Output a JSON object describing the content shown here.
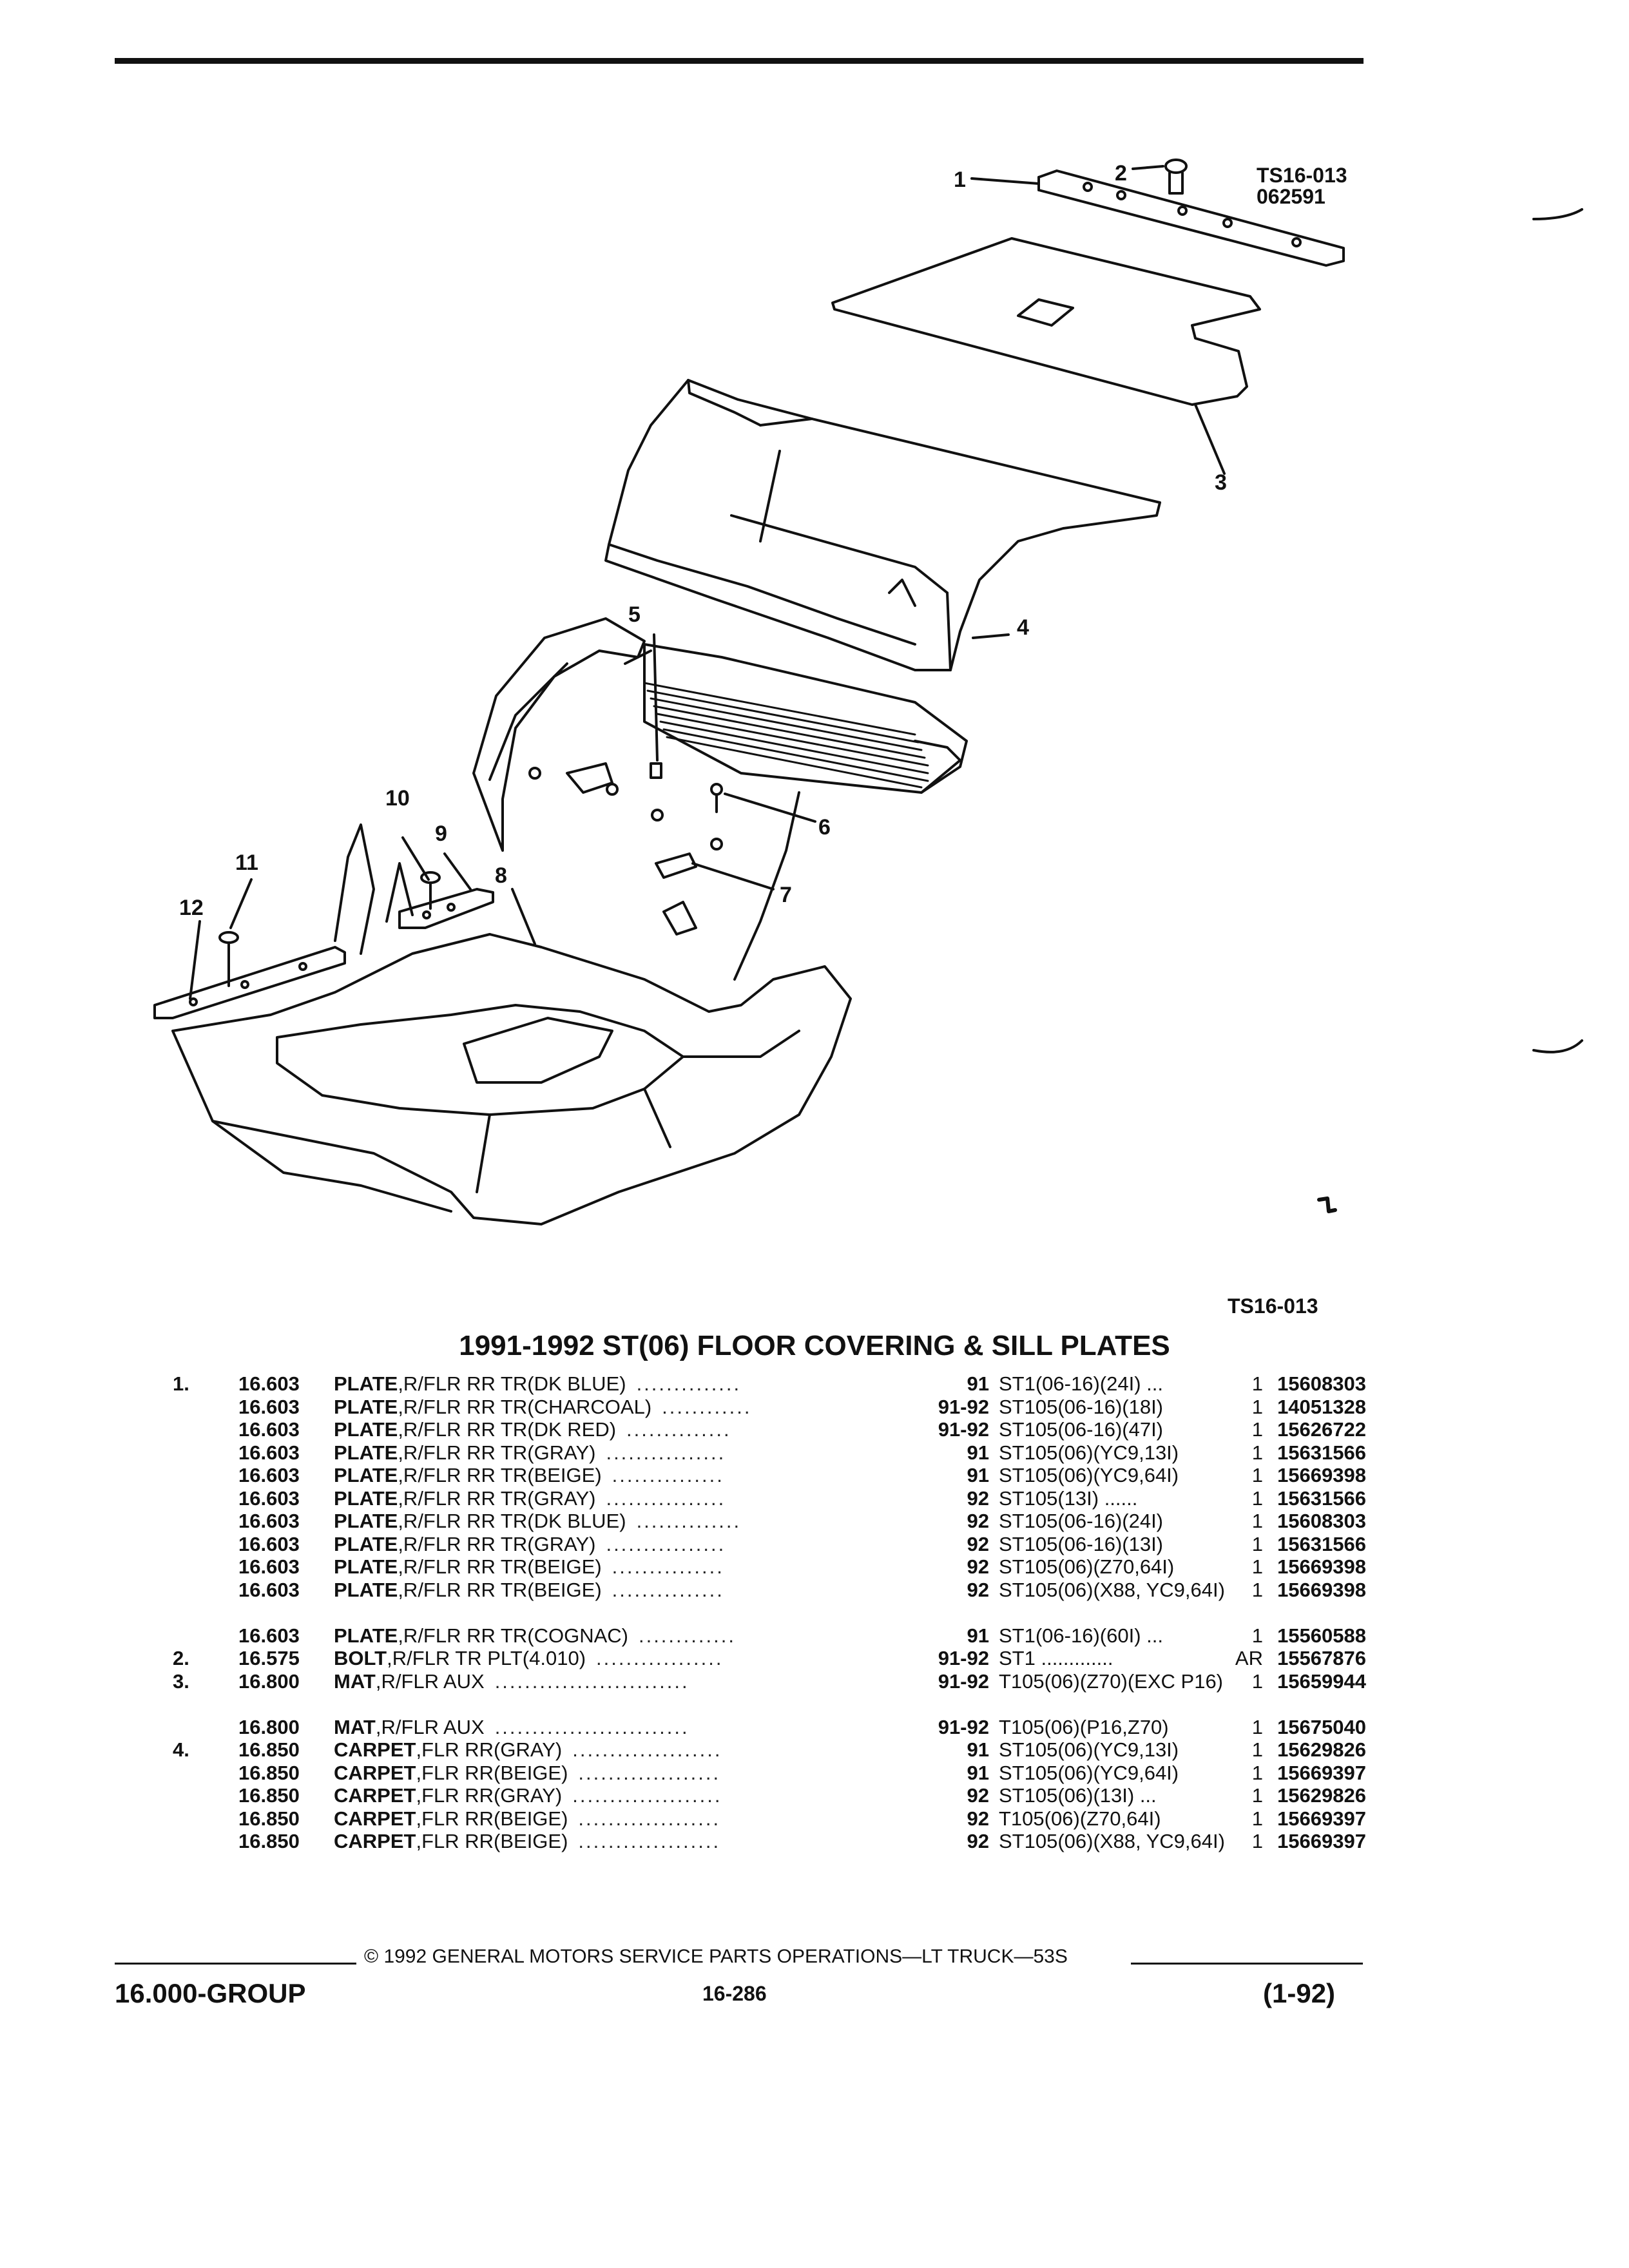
{
  "diagram": {
    "code_top": "TS16-013",
    "code_top2": "062591",
    "code_bottom": "TS16-013",
    "callouts": [
      "1",
      "2",
      "3",
      "4",
      "5",
      "6",
      "7",
      "8",
      "9",
      "10",
      "11",
      "12"
    ]
  },
  "title": "1991-1992 ST(06) FLOOR COVERING & SILL PLATES",
  "parts": [
    {
      "item": "1.",
      "group": "16.603",
      "name": "PLATE",
      "desc": ",R/FLR RR TR(DK BLUE)",
      "dots": "..............",
      "years": "91",
      "model": "ST1(06-16)(24I) ...",
      "qty": "1",
      "part": "15608303"
    },
    {
      "item": "",
      "group": "16.603",
      "name": "PLATE",
      "desc": ",R/FLR RR TR(CHARCOAL)",
      "dots": "............",
      "years": "91-92",
      "model": "ST105(06-16)(18I)",
      "qty": "1",
      "part": "14051328"
    },
    {
      "item": "",
      "group": "16.603",
      "name": "PLATE",
      "desc": ",R/FLR RR TR(DK RED)",
      "dots": "..............",
      "years": "91-92",
      "model": "ST105(06-16)(47I)",
      "qty": "1",
      "part": "15626722"
    },
    {
      "item": "",
      "group": "16.603",
      "name": "PLATE",
      "desc": ",R/FLR RR TR(GRAY)",
      "dots": "................",
      "years": "91",
      "model": "ST105(06)(YC9,13I)",
      "qty": "1",
      "part": "15631566"
    },
    {
      "item": "",
      "group": "16.603",
      "name": "PLATE",
      "desc": ",R/FLR RR TR(BEIGE)",
      "dots": "...............",
      "years": "91",
      "model": "ST105(06)(YC9,64I)",
      "qty": "1",
      "part": "15669398"
    },
    {
      "item": "",
      "group": "16.603",
      "name": "PLATE",
      "desc": ",R/FLR RR TR(GRAY)",
      "dots": "................",
      "years": "92",
      "model": "ST105(13I) ......",
      "qty": "1",
      "part": "15631566"
    },
    {
      "item": "",
      "group": "16.603",
      "name": "PLATE",
      "desc": ",R/FLR RR TR(DK BLUE)",
      "dots": "..............",
      "years": "92",
      "model": "ST105(06-16)(24I)",
      "qty": "1",
      "part": "15608303"
    },
    {
      "item": "",
      "group": "16.603",
      "name": "PLATE",
      "desc": ",R/FLR RR TR(GRAY)",
      "dots": "................",
      "years": "92",
      "model": "ST105(06-16)(13I)",
      "qty": "1",
      "part": "15631566"
    },
    {
      "item": "",
      "group": "16.603",
      "name": "PLATE",
      "desc": ",R/FLR RR TR(BEIGE)",
      "dots": "...............",
      "years": "92",
      "model": "ST105(06)(Z70,64I)",
      "qty": "1",
      "part": "15669398"
    },
    {
      "item": "",
      "group": "16.603",
      "name": "PLATE",
      "desc": ",R/FLR RR TR(BEIGE)",
      "dots": "...............",
      "years": "92",
      "model": "ST105(06)(X88, YC9,64I)",
      "qty": "1",
      "part": "15669398",
      "tall": true
    },
    {
      "item": "",
      "group": "16.603",
      "name": "PLATE",
      "desc": ",R/FLR RR TR(COGNAC)",
      "dots": ".............",
      "years": "91",
      "model": "ST1(06-16)(60I) ...",
      "qty": "1",
      "part": "15560588"
    },
    {
      "item": "2.",
      "group": "16.575",
      "name": "BOLT",
      "desc": ",R/FLR TR PLT(4.010)",
      "dots": ".................",
      "years": "91-92",
      "model": "ST1 .............",
      "qty": "AR",
      "part": "15567876"
    },
    {
      "item": "3.",
      "group": "16.800",
      "name": "MAT",
      "desc": ",R/FLR AUX",
      "dots": "..........................",
      "years": "91-92",
      "model": "T105(06)(Z70)(EXC P16)",
      "qty": "1",
      "part": "15659944",
      "tall": true
    },
    {
      "item": "",
      "group": "16.800",
      "name": "MAT",
      "desc": ",R/FLR AUX",
      "dots": "..........................",
      "years": "91-92",
      "model": "T105(06)(P16,Z70)",
      "qty": "1",
      "part": "15675040"
    },
    {
      "item": "4.",
      "group": "16.850",
      "name": "CARPET",
      "desc": ",FLR RR(GRAY)",
      "dots": "....................",
      "years": "91",
      "model": "ST105(06)(YC9,13I)",
      "qty": "1",
      "part": "15629826"
    },
    {
      "item": "",
      "group": "16.850",
      "name": "CARPET",
      "desc": ",FLR RR(BEIGE)",
      "dots": "...................",
      "years": "91",
      "model": "ST105(06)(YC9,64I)",
      "qty": "1",
      "part": "15669397"
    },
    {
      "item": "",
      "group": "16.850",
      "name": "CARPET",
      "desc": ",FLR RR(GRAY)",
      "dots": "....................",
      "years": "92",
      "model": "ST105(06)(13I) ...",
      "qty": "1",
      "part": "15629826"
    },
    {
      "item": "",
      "group": "16.850",
      "name": "CARPET",
      "desc": ",FLR RR(BEIGE)",
      "dots": "...................",
      "years": "92",
      "model": "T105(06)(Z70,64I)",
      "qty": "1",
      "part": "15669397"
    },
    {
      "item": "",
      "group": "16.850",
      "name": "CARPET",
      "desc": ",FLR RR(BEIGE)",
      "dots": "...................",
      "years": "92",
      "model": "ST105(06)(X88, YC9,64I)",
      "qty": "1",
      "part": "15669397",
      "tall": true
    }
  ],
  "footer": {
    "copyright": "© 1992 GENERAL MOTORS SERVICE PARTS OPERATIONS—LT TRUCK—53S",
    "group": "16.000-GROUP",
    "page": "16-286",
    "revision": "(1-92)"
  }
}
